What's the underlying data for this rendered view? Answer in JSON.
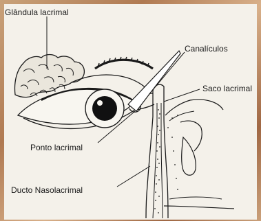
{
  "labels": {
    "glandula": "Glândula lacrimal",
    "canaliculos": "Canalículos",
    "saco": "Saco lacrimal",
    "ponto": "Ponto lacrimal",
    "ducto": "Ducto Nasolacrimal"
  },
  "colors": {
    "background": "#b98a60",
    "paper": "#f4f1ea",
    "ink": "#1a1a1a"
  }
}
